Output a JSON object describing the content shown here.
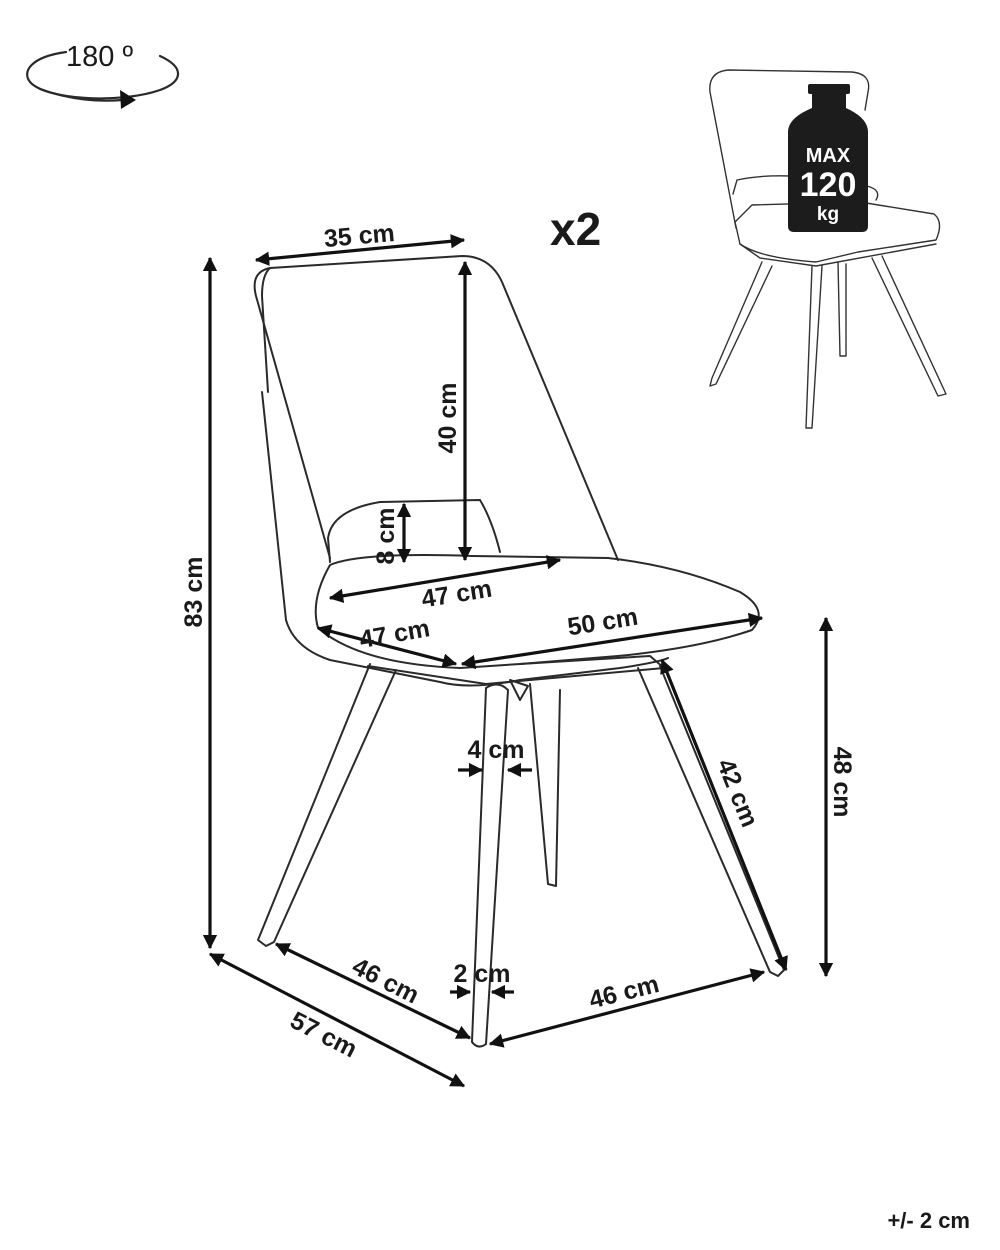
{
  "rotation": {
    "label": "180 º",
    "icon": "rotate-arrow-icon"
  },
  "quantity": "x2",
  "max_load": {
    "line1": "MAX",
    "line2": "120",
    "line3": "kg",
    "icon": "weight-bottle-icon"
  },
  "dimensions": {
    "back_width": "35 cm",
    "back_height": "40 cm",
    "backrest_gap": "8 cm",
    "total_height": "83 cm",
    "seat_depth_inner": "47 cm",
    "seat_depth": "47 cm",
    "seat_width": "50 cm",
    "leg_top": "4 cm",
    "leg_length": "42 cm",
    "seat_height": "48 cm",
    "leg_bottom": "2 cm",
    "footprint_left": "46 cm",
    "footprint_right": "46 cm",
    "overall_depth": "57 cm"
  },
  "tolerance": "+/- 2 cm"
}
